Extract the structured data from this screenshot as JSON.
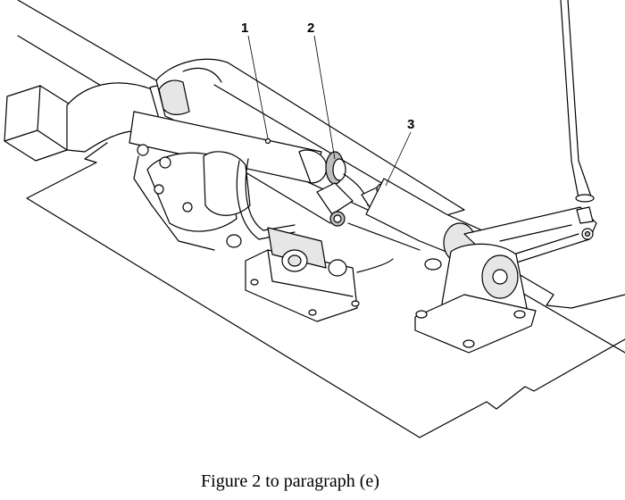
{
  "figure": {
    "callouts": [
      {
        "label": "1"
      },
      {
        "label": "2"
      },
      {
        "label": "3"
      }
    ],
    "caption": "Figure 2 to paragraph (e)"
  }
}
